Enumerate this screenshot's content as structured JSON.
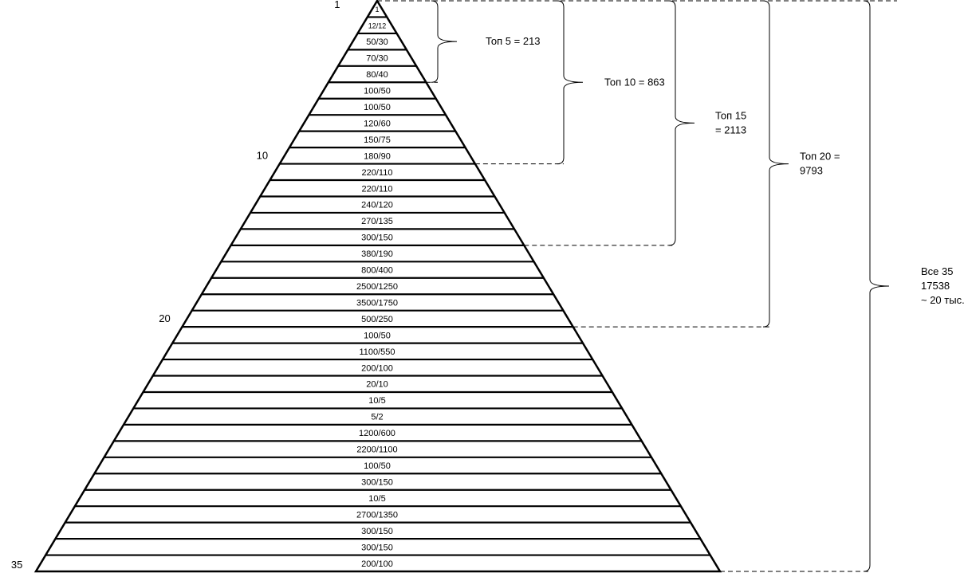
{
  "pyramid": {
    "tiers": [
      "1",
      "12/12",
      "50/30",
      "70/30",
      "80/40",
      "100/50",
      "100/50",
      "120/60",
      "150/75",
      "180/90",
      "220/110",
      "220/110",
      "240/120",
      "270/135",
      "300/150",
      "380/190",
      "800/400",
      "2500/1250",
      "3500/1750",
      "500/250",
      "100/50",
      "1100/550",
      "200/100",
      "20/10",
      "10/5",
      "5/2",
      "1200/600",
      "2200/1100",
      "100/50",
      "300/150",
      "10/5",
      "2700/1350",
      "300/150",
      "300/150",
      "200/100"
    ]
  },
  "rank_markers": [
    {
      "label": "1",
      "tier": 1
    },
    {
      "label": "10",
      "tier": 10
    },
    {
      "label": "20",
      "tier": 20
    },
    {
      "label": "35",
      "tier": 35
    }
  ],
  "groups": [
    {
      "id": "top5",
      "tiers": 5,
      "lines": [
        "Топ 5 = 213"
      ]
    },
    {
      "id": "top10",
      "tiers": 10,
      "lines": [
        "Топ 10 = 863"
      ]
    },
    {
      "id": "top15",
      "tiers": 15,
      "lines": [
        "Топ 15",
        "= 2113"
      ]
    },
    {
      "id": "top20",
      "tiers": 20,
      "lines": [
        "Топ 20 =",
        "9793"
      ]
    },
    {
      "id": "all35",
      "tiers": 35,
      "lines": [
        "Все 35",
        "17538",
        "~ 20 тыс."
      ]
    }
  ]
}
